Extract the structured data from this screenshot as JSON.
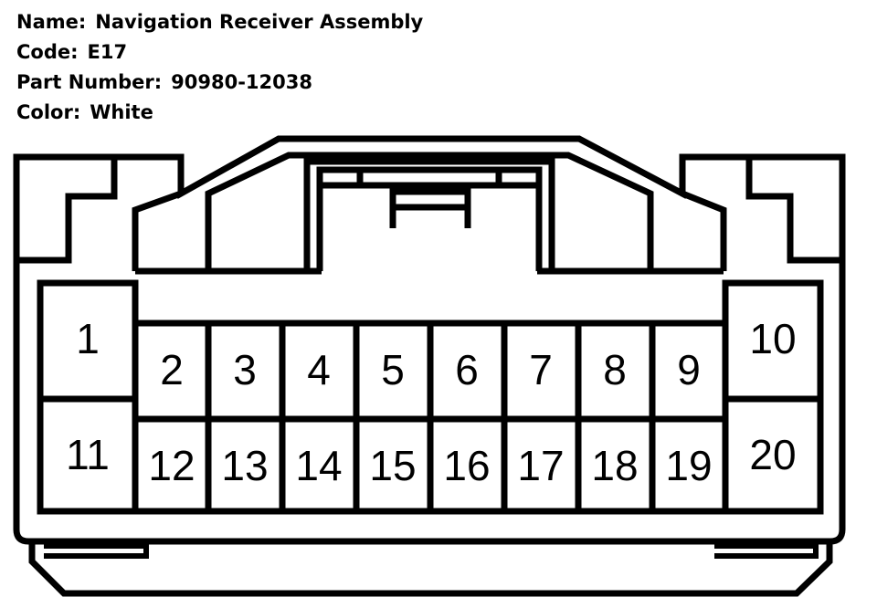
{
  "info": [
    {
      "key": "Name:",
      "value": "Navigation Receiver Assembly"
    },
    {
      "key": "Code:",
      "value": "E17"
    },
    {
      "key": "Part Number:",
      "value": "90980-12038"
    },
    {
      "key": "Color:",
      "value": "White"
    }
  ],
  "pins": [
    "1",
    "2",
    "3",
    "4",
    "5",
    "6",
    "7",
    "8",
    "9",
    "10",
    "11",
    "12",
    "13",
    "14",
    "15",
    "16",
    "17",
    "18",
    "19",
    "20"
  ],
  "colors": {
    "stroke": "#000000",
    "background": "#ffffff"
  }
}
